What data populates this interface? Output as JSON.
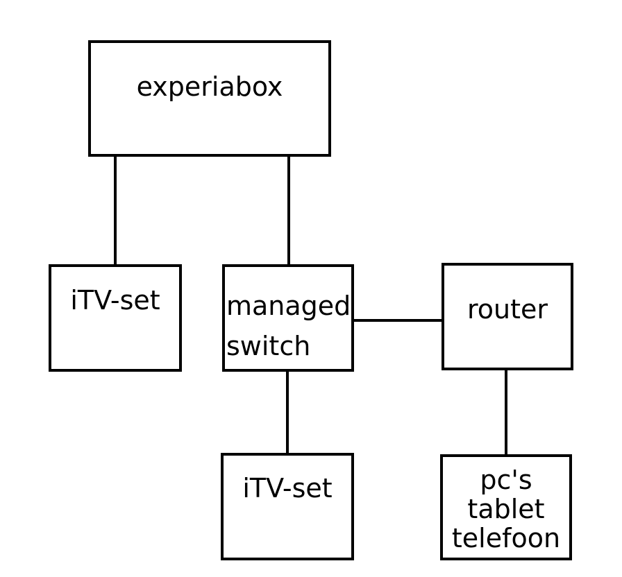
{
  "nodes": {
    "experiabox": {
      "label": "experiabox"
    },
    "itv_left": {
      "label": "iTV-set"
    },
    "managed_switch": {
      "lines": [
        "managed",
        "switch"
      ]
    },
    "router": {
      "label": "router"
    },
    "itv_bottom": {
      "label": "iTV-set"
    },
    "devices": {
      "lines": [
        "pc's",
        "tablet",
        "telefoon"
      ]
    }
  },
  "connections": [
    [
      "experiabox",
      "itv_left"
    ],
    [
      "experiabox",
      "managed_switch"
    ],
    [
      "managed_switch",
      "router"
    ],
    [
      "managed_switch",
      "itv_bottom"
    ],
    [
      "router",
      "devices"
    ]
  ]
}
